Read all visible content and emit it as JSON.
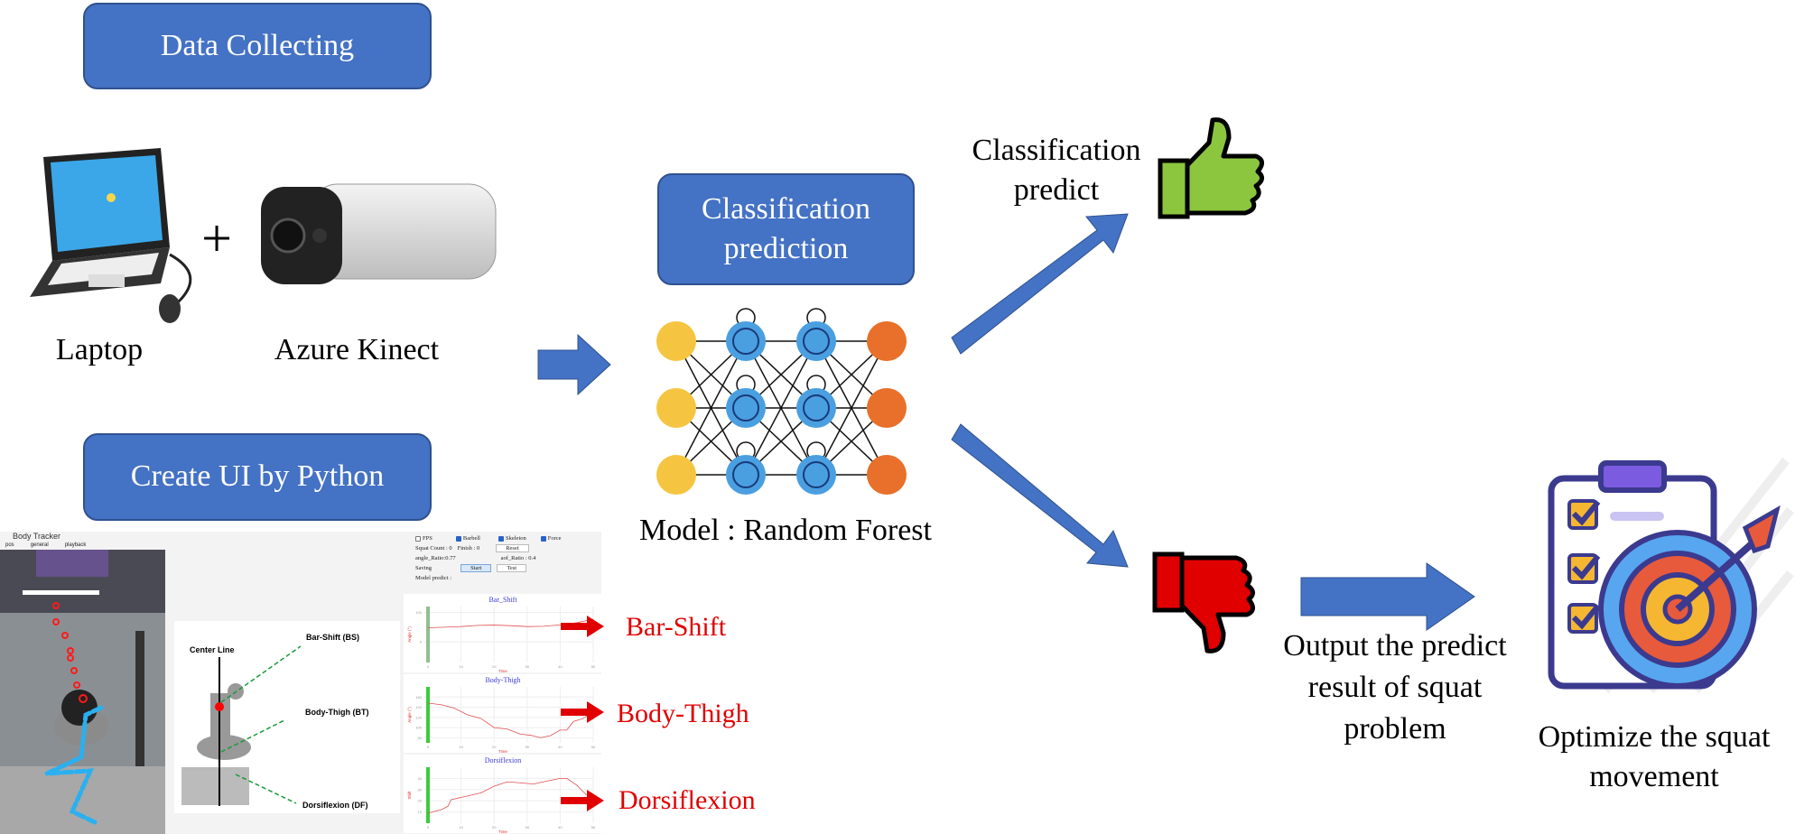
{
  "boxes": {
    "data_collecting": "Data Collecting",
    "classification_prediction": "Classification prediction",
    "create_ui": "Create UI by Python"
  },
  "labels": {
    "laptop": "Laptop",
    "plus": "+",
    "azure_kinect": "Azure Kinect",
    "model": "Model : Random Forest",
    "classification_predict": "Classification predict",
    "output": "Output the predict result of squat problem",
    "optimize": "Optimize the squat movement"
  },
  "features": {
    "bar_shift": "Bar-Shift",
    "body_thigh": "Body-Thigh",
    "dorsiflexion": "Dorsiflexion"
  },
  "colors": {
    "box": "#4472C4",
    "arrow": "#4472C4",
    "feature_text": "#E00000",
    "thumbs_up": "#8CC63F",
    "thumbs_down": "#E00000",
    "nn_input": "#F5C542",
    "nn_hidden": "#4A9FE0",
    "nn_output": "#E8702A"
  },
  "ui": {
    "window_title": "Body Tracker",
    "menu": [
      "pos",
      "general",
      "playback"
    ],
    "checkboxes": [
      {
        "label": "FPS",
        "checked": false
      },
      {
        "label": "Barbell",
        "checked": true
      },
      {
        "label": "Skeleton",
        "checked": true
      },
      {
        "label": "Force",
        "checked": true
      }
    ],
    "squat_count": "Squat Count : 0",
    "finish": "Finish : 0",
    "reset": "Reset",
    "angle_ratio": "angle_Ratio:0.77",
    "aof_ratio": "aof_Ratio : 0.4",
    "saving": "Saving",
    "start": "Start",
    "test": "Test",
    "model_predict": "Model  predict :",
    "diagram": {
      "center_line": "Center Line",
      "bs": "Bar-Shift (BS)",
      "bt": "Body-Thigh (BT)",
      "df": "Dorsiflexion (DF)"
    },
    "charts": [
      {
        "title": "Bar_Shift",
        "ylabel": "Angle (°)",
        "xlabel": "Time",
        "ylim": [
          -70,
          120
        ],
        "yticks": [
          0,
          100
        ],
        "xticks": [
          0,
          10,
          20,
          30,
          40,
          50
        ],
        "x": [
          0,
          5,
          10,
          15,
          20,
          25,
          30,
          35,
          40,
          45,
          50
        ],
        "y": [
          48,
          50,
          52,
          56,
          57,
          55,
          52,
          53,
          58,
          65,
          77
        ]
      },
      {
        "title": "Body-Thigh",
        "ylabel": "Angle (°)",
        "xlabel": "Time",
        "ylim": [
          70,
          180
        ],
        "yticks": [
          80,
          100,
          120,
          140,
          160
        ],
        "xticks": [
          0,
          10,
          20,
          30,
          40,
          50
        ],
        "x": [
          0,
          4,
          8,
          12,
          16,
          20,
          24,
          28,
          31,
          34,
          37,
          40,
          42,
          44,
          47,
          50
        ],
        "y": [
          148,
          145,
          138,
          125,
          118,
          100,
          97,
          87,
          85,
          80,
          84,
          95,
          95,
          112,
          118,
          132
        ]
      },
      {
        "title": "Dorsiflexion",
        "ylabel": "Shift",
        "xlabel": "Time",
        "ylim": [
          0,
          50
        ],
        "yticks": [
          10,
          20,
          30,
          40
        ],
        "xticks": [
          0,
          10,
          20,
          30,
          40,
          50
        ],
        "x": [
          0,
          4,
          6,
          7,
          10,
          13,
          16,
          20,
          24,
          28,
          32,
          35,
          40,
          42,
          45,
          48
        ],
        "y": [
          9,
          12,
          15,
          21,
          23,
          25,
          27,
          33,
          37,
          36,
          35,
          37,
          40,
          40,
          34,
          25
        ]
      }
    ]
  }
}
